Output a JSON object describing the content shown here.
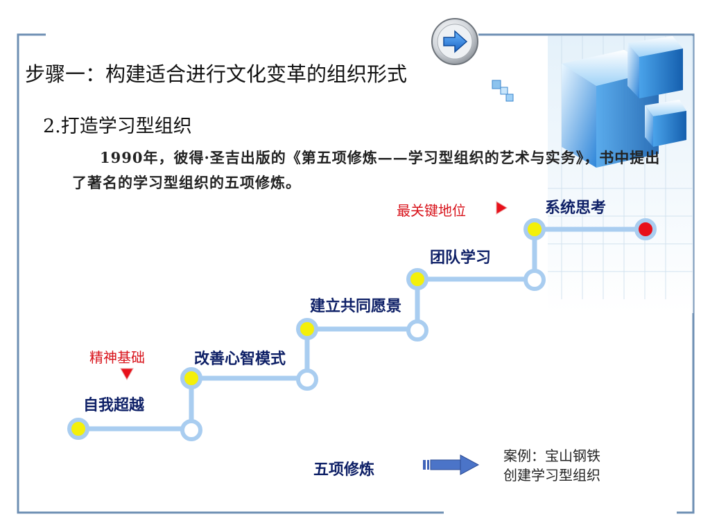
{
  "slide": {
    "title": "步骤一：构建适合进行文化变革的组织形式",
    "subtitle": "2.打造学习型组织",
    "paragraph": "1990年，彼得·圣吉出版的《第五项修炼——学习型组织的艺术与实务》，书中提出了著名的学习型组织的五项修炼。"
  },
  "steps": [
    {
      "label": "自我超越"
    },
    {
      "label": "改善心智模式"
    },
    {
      "label": "建立共同愿景"
    },
    {
      "label": "团队学习"
    },
    {
      "label": "系统思考"
    }
  ],
  "notes": {
    "foundation": "精神基础",
    "most_critical": "最关键地位"
  },
  "bottom": {
    "label": "五项修炼",
    "case_line1": "案例：宝山钢铁",
    "case_line2": "创建学习型组织"
  },
  "colors": {
    "path": "#a9cdf0",
    "node_yellow": "#f4f00a",
    "node_red": "#e8101a",
    "frame": "#6e8fb3",
    "label": "#0d1f66",
    "note_red": "#d8131b"
  },
  "icons": {
    "nav": "arrow-right-icon"
  }
}
